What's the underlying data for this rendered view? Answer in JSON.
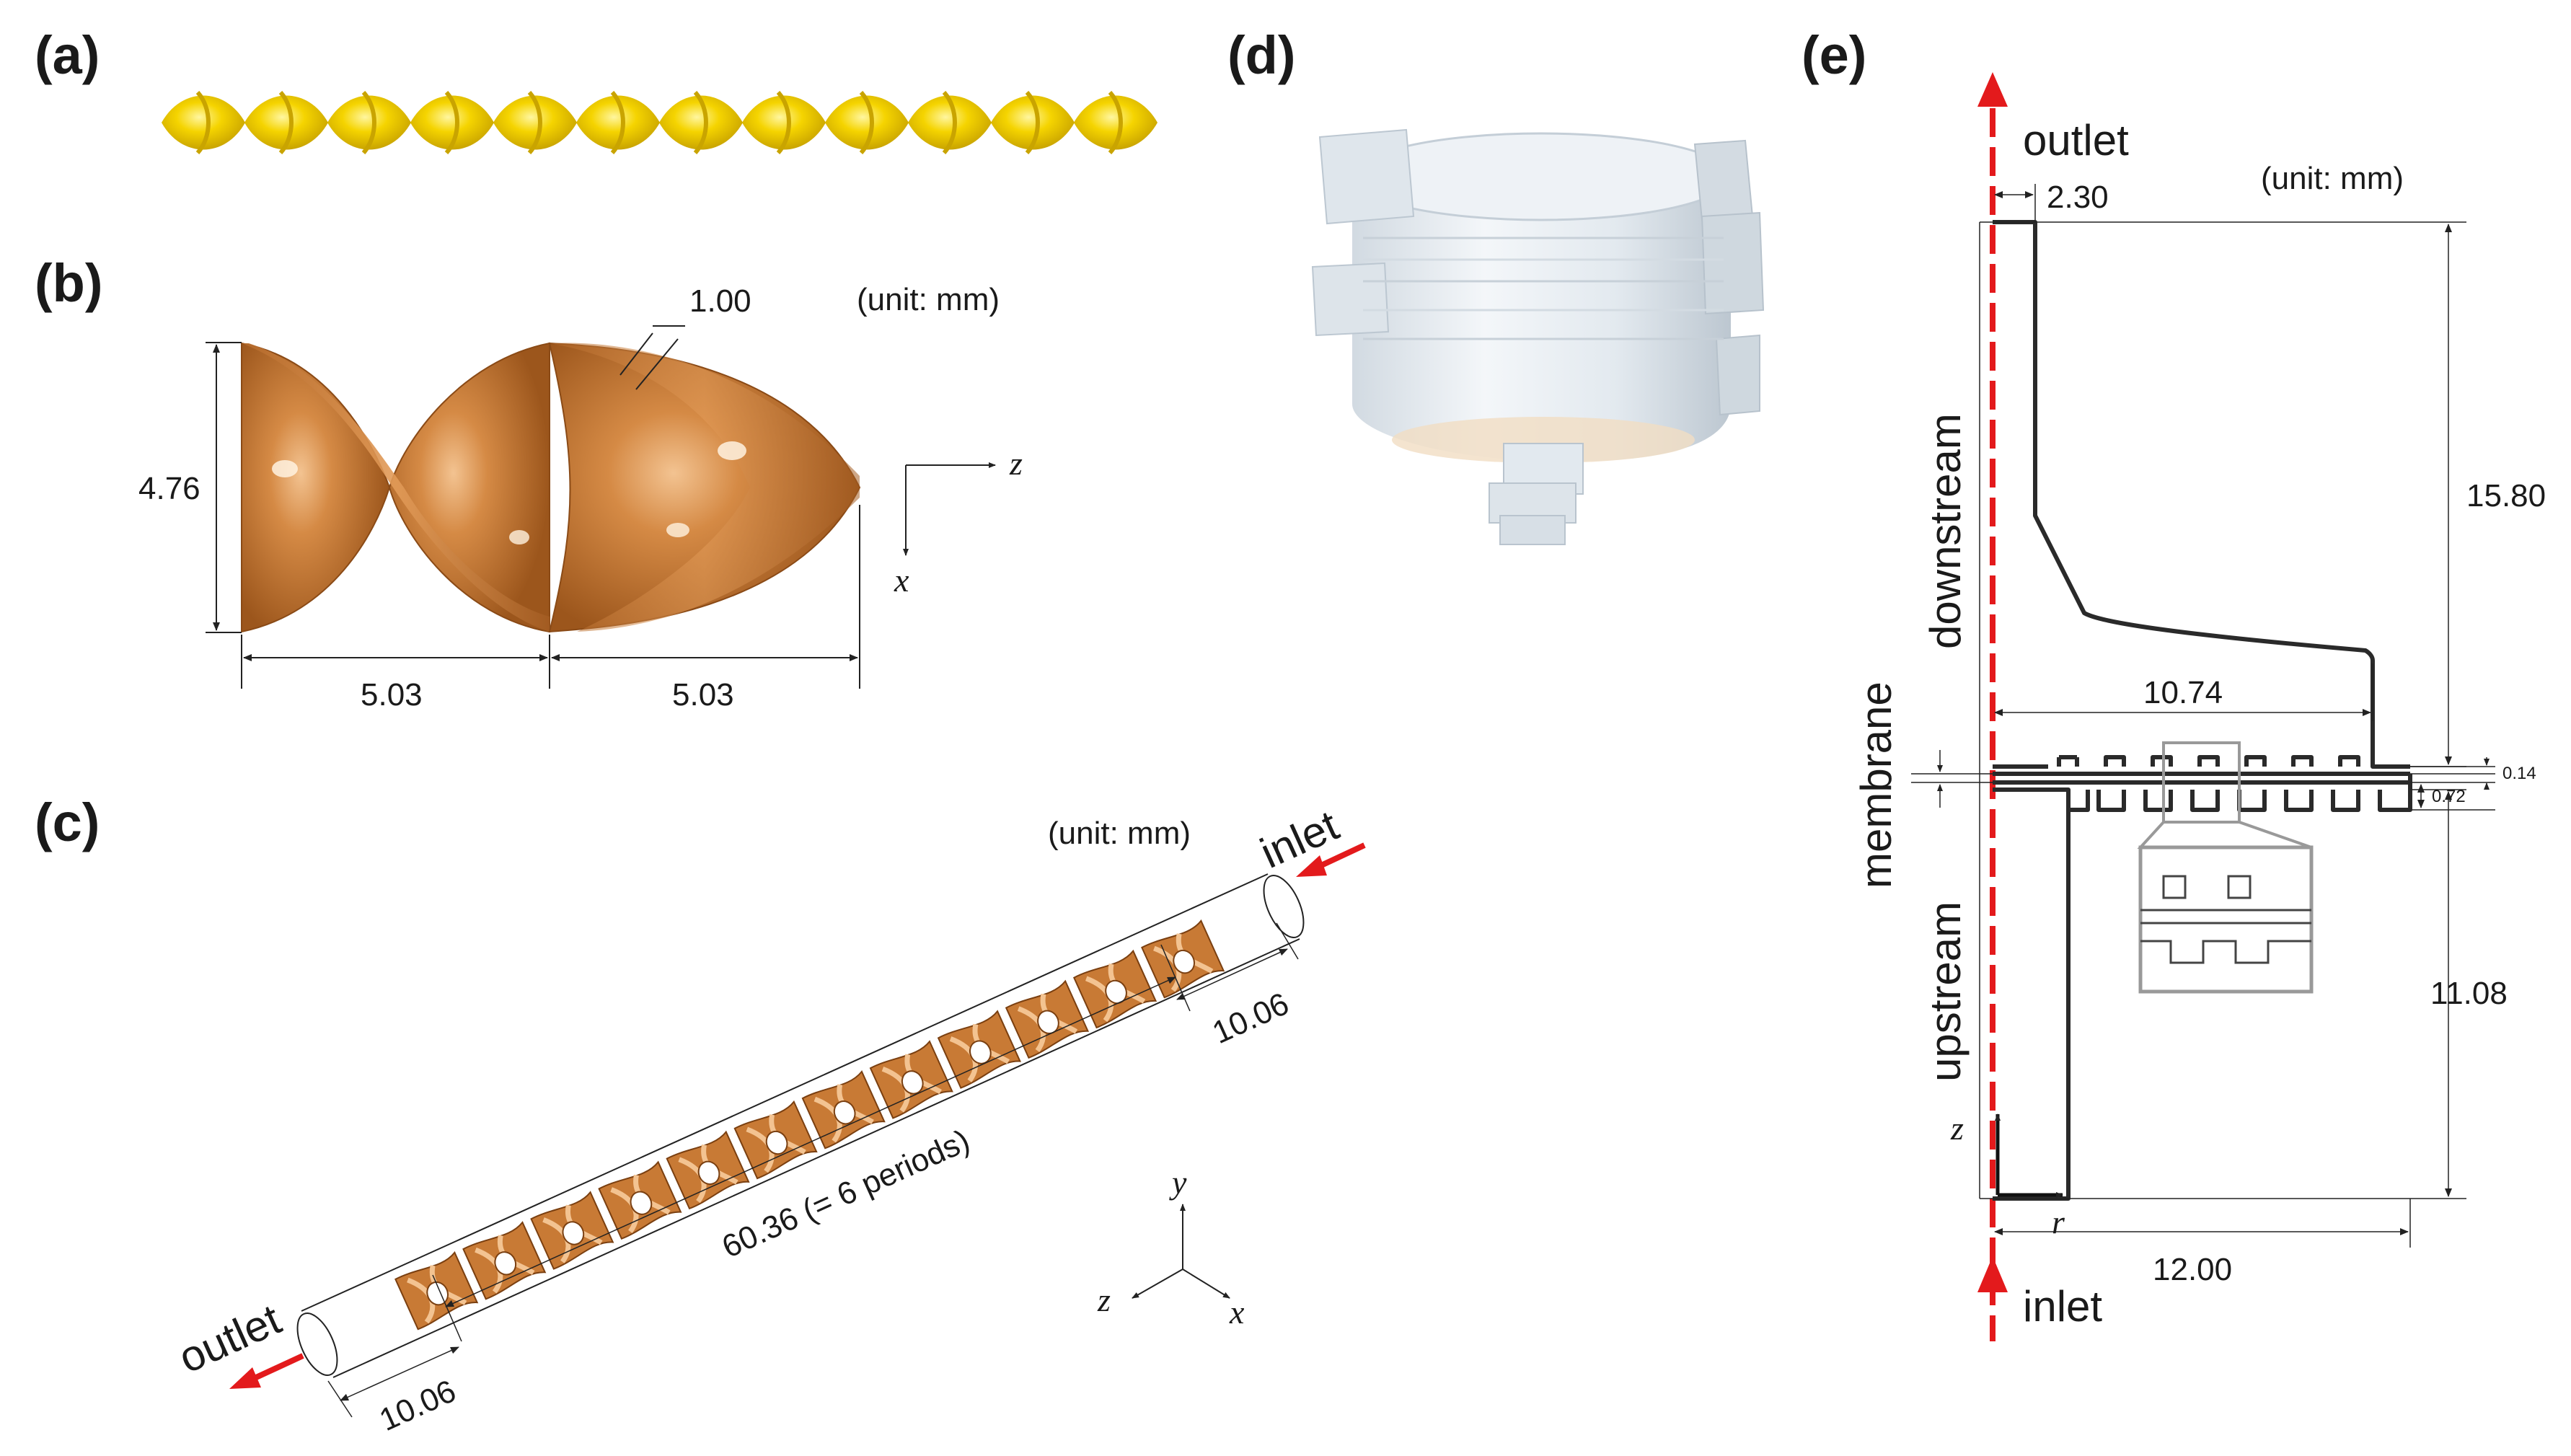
{
  "panels": {
    "a": {
      "label": "(a)"
    },
    "b": {
      "label": "(b)",
      "unit": "(unit: mm)",
      "dim_height": "4.76",
      "dim_thickness": "1.00",
      "dim_left": "5.03",
      "dim_right": "5.03",
      "axis_z": "z",
      "axis_x": "x"
    },
    "c": {
      "label": "(c)",
      "unit": "(unit: mm)",
      "inlet": "inlet",
      "outlet": "outlet",
      "dim_inlet_len": "10.06",
      "dim_outlet_len": "10.06",
      "dim_periods": "60.36 (= 6 periods)",
      "axis_x": "x",
      "axis_y": "y",
      "axis_z": "z"
    },
    "d": {
      "label": "(d)"
    },
    "e": {
      "label": "(e)",
      "unit": "(unit: mm)",
      "outlet": "outlet",
      "inlet": "inlet",
      "downstream": "downstream",
      "membrane": "membrane",
      "upstream": "upstream",
      "dim_top_width": "2.30",
      "dim_downstream_height": "15.80",
      "dim_membrane_radius": "10.74",
      "dim_membrane_thickness": "0.14",
      "dim_support_thickness": "0.72",
      "dim_upstream_height": "11.08",
      "dim_total_radius": "12.00",
      "axis_z": "z",
      "axis_r": "r"
    }
  },
  "colors": {
    "flow_arrow": "#e31a1c",
    "insert_fill": "#c87a35",
    "insert_highlight": "#f3c391",
    "insert_shadow": "#8a4a16",
    "yellow_insert": "#f5d400",
    "filter_body": "#e4ebf1",
    "outline": "#2a2a2a"
  }
}
